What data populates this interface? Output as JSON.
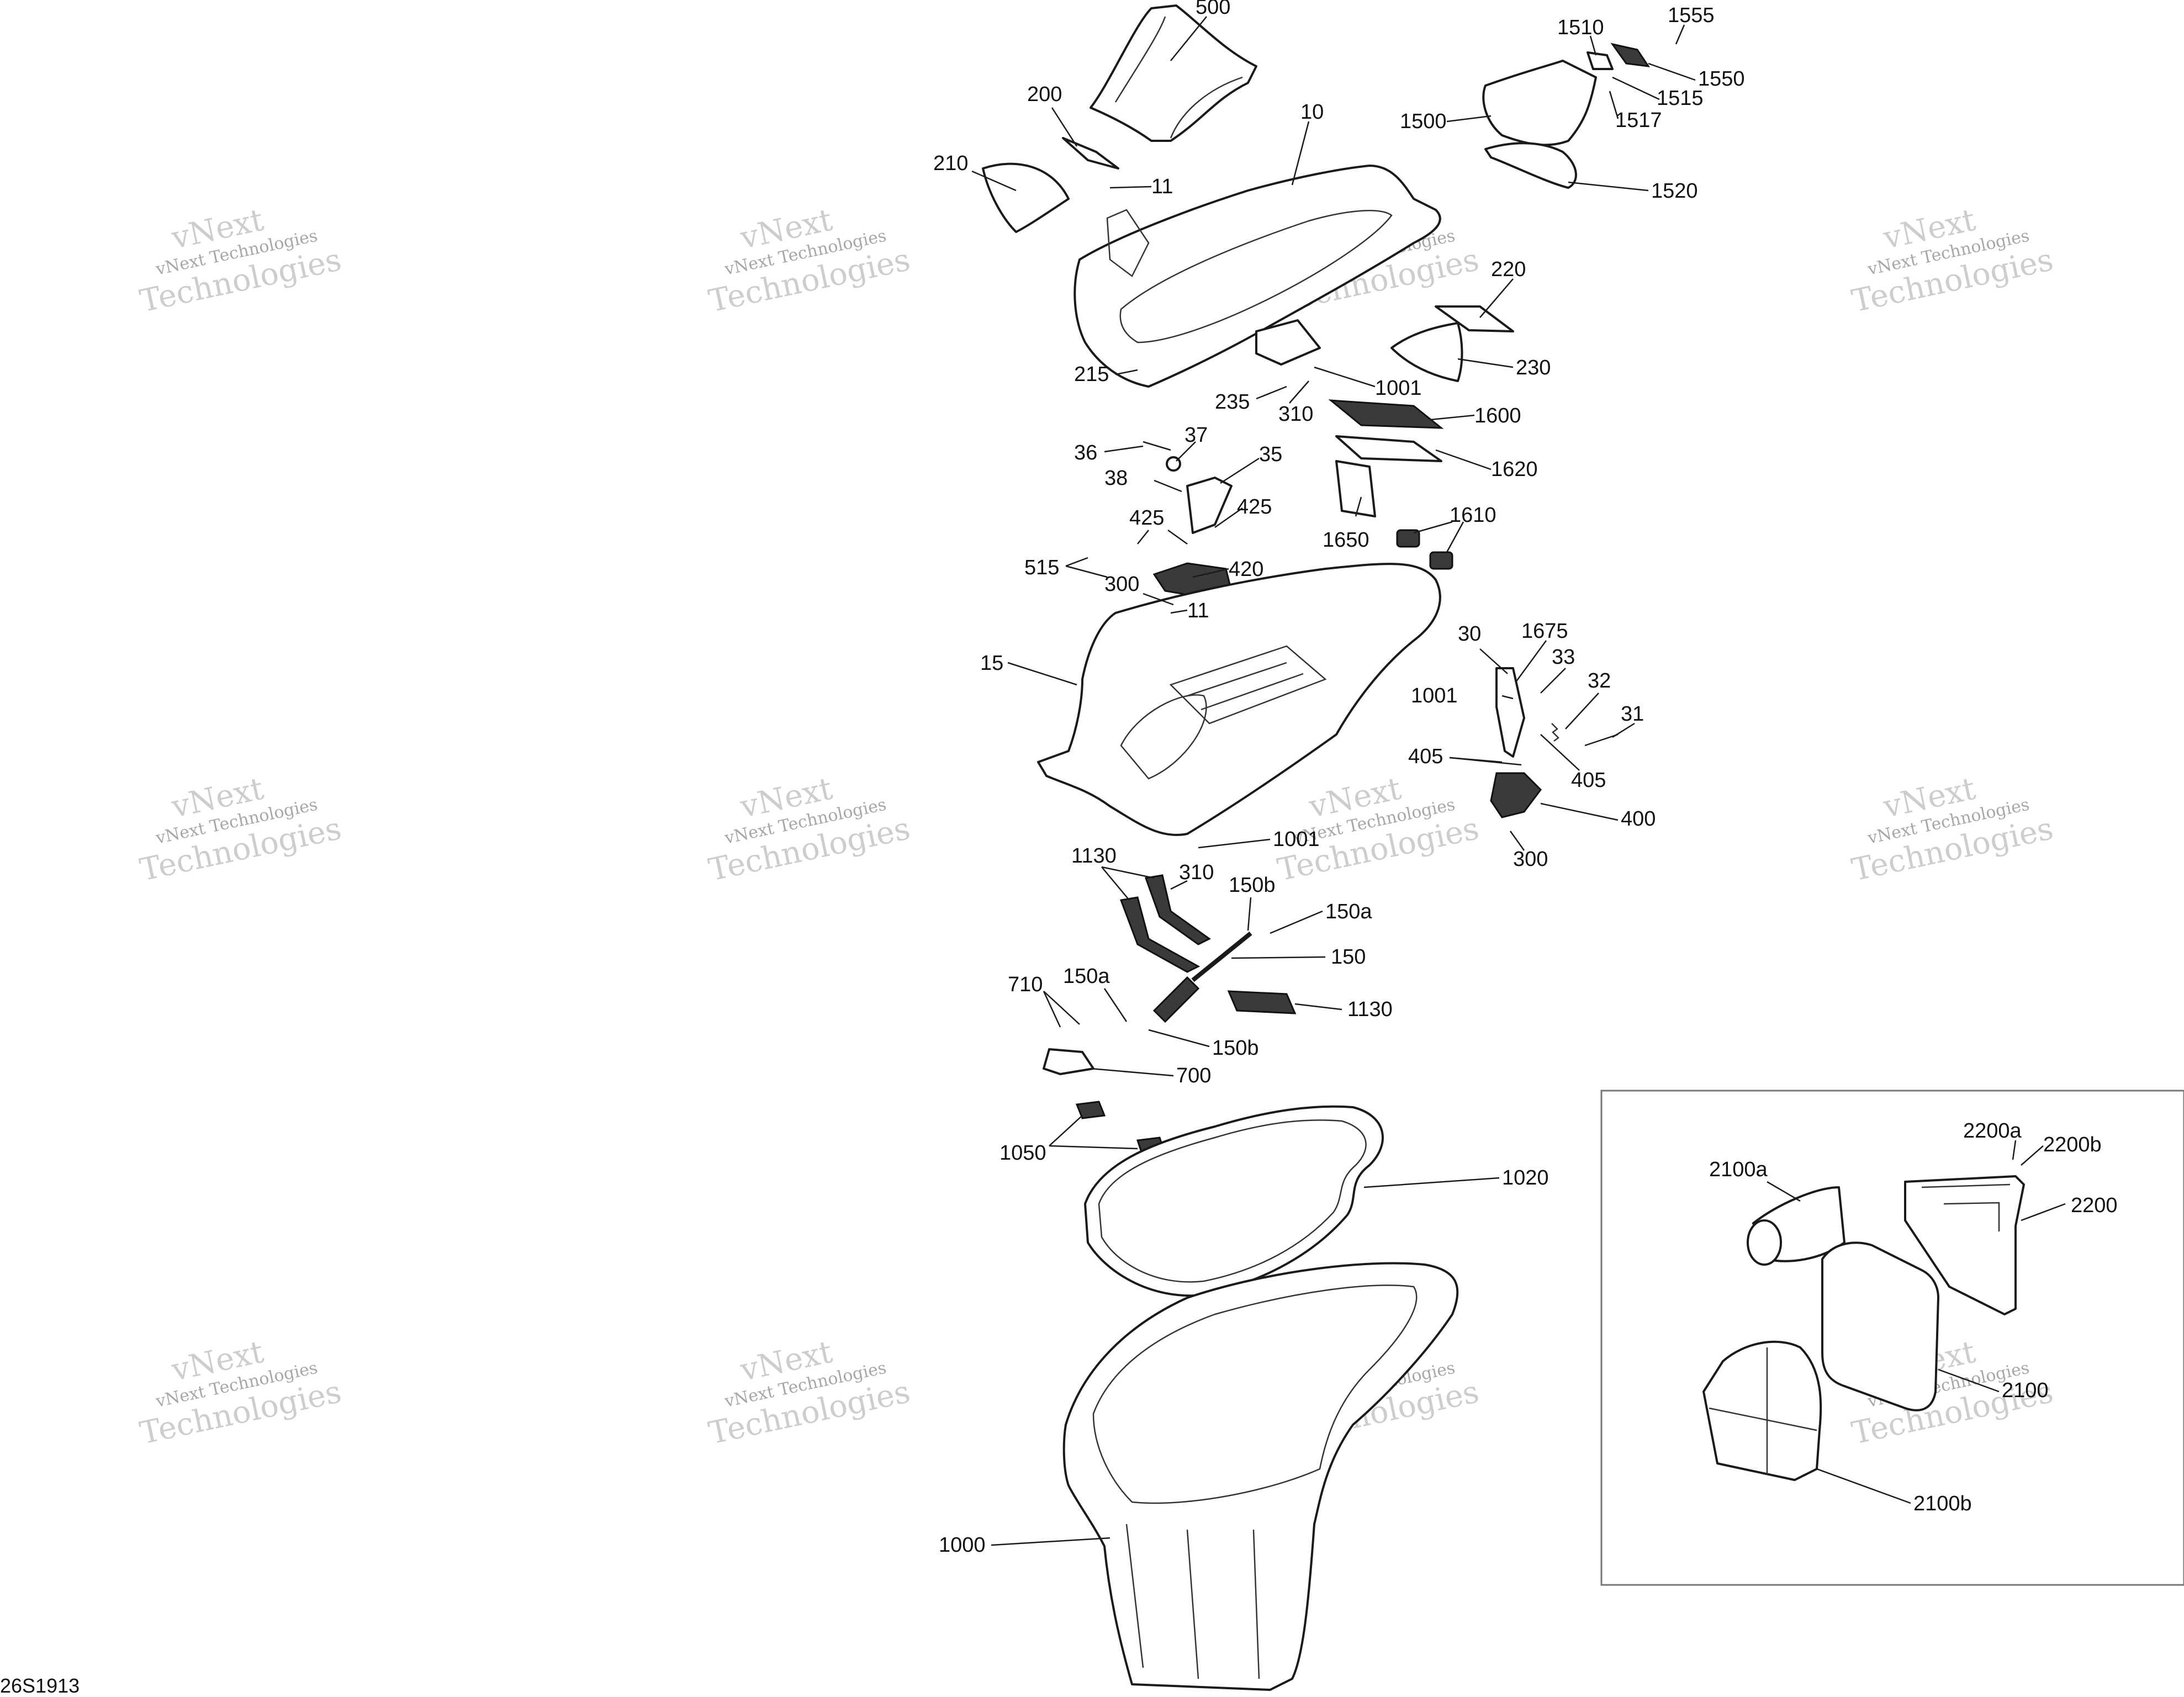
{
  "drawing_ref": "26S1913",
  "watermark": {
    "line1": "vNext",
    "line2": "vNext Technologies",
    "line3": "Technologies"
  },
  "callouts": [
    "500",
    "1555",
    "1510",
    "1550",
    "1515",
    "1517",
    "1500",
    "1520",
    "200",
    "10",
    "210",
    "11",
    "220",
    "230",
    "215",
    "1001",
    "235",
    "310",
    "1600",
    "1620",
    "37",
    "36",
    "35",
    "38",
    "425",
    "425",
    "1650",
    "1610",
    "515",
    "420",
    "300",
    "11",
    "15",
    "30",
    "1675",
    "33",
    "1001",
    "32",
    "31",
    "405",
    "405",
    "400",
    "1001",
    "300",
    "1130",
    "310",
    "150b",
    "150a",
    "150",
    "710",
    "150a",
    "1130",
    "150b",
    "700",
    "1050",
    "1020",
    "2200a",
    "2200b",
    "2100a",
    "2200",
    "2100",
    "2100b",
    "1000"
  ]
}
